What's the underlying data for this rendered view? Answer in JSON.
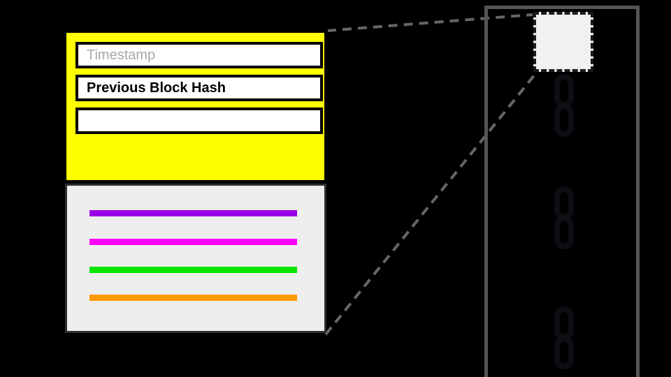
{
  "scene": {
    "background": "#000000",
    "description": "blockchain-block-detail-diagram"
  },
  "block_detail": {
    "header": {
      "bg": "#ffff00",
      "fields": [
        {
          "label": "Timestamp",
          "role": "placeholder"
        },
        {
          "label": "Previous Block Hash",
          "role": "filled"
        },
        {
          "label": "",
          "role": "empty"
        }
      ]
    },
    "body": {
      "bg": "#eeeeee",
      "transaction_bars": [
        {
          "name": "transaction-1",
          "color": "#9900e6"
        },
        {
          "name": "transaction-2",
          "color": "#ff00ff"
        },
        {
          "name": "transaction-3",
          "color": "#00e600"
        },
        {
          "name": "transaction-4",
          "color": "#ff9900"
        }
      ]
    }
  },
  "chain_panel": {
    "border_color": "#555555",
    "highlighted_block": {
      "fill": "#f1f1f1",
      "border_color": "#1a1a1a"
    },
    "chain_link_color": "#0e0e15",
    "link_pair_count": 3
  },
  "connectors": {
    "color": "#666666"
  }
}
